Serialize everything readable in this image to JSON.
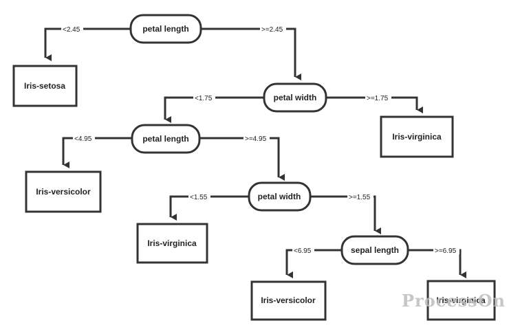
{
  "diagram": {
    "decisions": [
      {
        "id": "d1",
        "label": "petal length"
      },
      {
        "id": "d2",
        "label": "petal width"
      },
      {
        "id": "d3",
        "label": "petal length"
      },
      {
        "id": "d4",
        "label": "petal width"
      },
      {
        "id": "d5",
        "label": "sepal length"
      }
    ],
    "leaves": [
      {
        "id": "l1",
        "label": "Iris-setosa"
      },
      {
        "id": "l2",
        "label": "Iris-virginica"
      },
      {
        "id": "l3",
        "label": "Iris-versicolor"
      },
      {
        "id": "l4",
        "label": "Iris-virginica"
      },
      {
        "id": "l5",
        "label": "Iris-versicolor"
      },
      {
        "id": "l6",
        "label": "Iris-virginica"
      }
    ],
    "edges": [
      {
        "from": "d1",
        "to": "l1",
        "label": "<2.45"
      },
      {
        "from": "d1",
        "to": "d2",
        "label": ">=2.45"
      },
      {
        "from": "d2",
        "to": "d3",
        "label": "<1.75"
      },
      {
        "from": "d2",
        "to": "l2",
        "label": ">=1.75"
      },
      {
        "from": "d3",
        "to": "l3",
        "label": "<4.95"
      },
      {
        "from": "d3",
        "to": "d4",
        "label": ">=4.95"
      },
      {
        "from": "d4",
        "to": "l4",
        "label": "<1.55"
      },
      {
        "from": "d4",
        "to": "d5",
        "label": ">=1.55"
      },
      {
        "from": "d5",
        "to": "l5",
        "label": "<6.95"
      },
      {
        "from": "d5",
        "to": "l6",
        "label": ">=6.95"
      }
    ],
    "watermark": "ProcessOn",
    "colors": {
      "stroke": "#333333",
      "text": "#222222",
      "watermark": "#bdbdbd"
    }
  }
}
